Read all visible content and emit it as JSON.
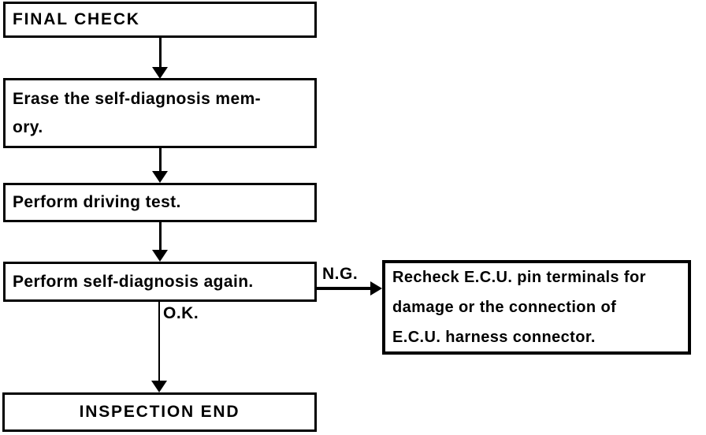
{
  "colors": {
    "ink": "#000000",
    "paper": "#ffffff"
  },
  "nodes": {
    "final_check": {
      "lines": [
        "FINAL CHECK"
      ]
    },
    "erase_memory": {
      "lines": [
        "Erase the self-diagnosis mem-",
        "ory."
      ]
    },
    "driving_test": {
      "lines": [
        "Perform driving test."
      ]
    },
    "self_diagnosis": {
      "lines": [
        "Perform self-diagnosis again."
      ]
    },
    "recheck_ecu": {
      "lines": [
        "Recheck E.C.U. pin terminals for",
        "damage or the connection of",
        "E.C.U. harness connector."
      ]
    },
    "inspection_end": {
      "lines": [
        "INSPECTION END"
      ]
    }
  },
  "edge_labels": {
    "ng": "N.G.",
    "ok": "O.K."
  }
}
